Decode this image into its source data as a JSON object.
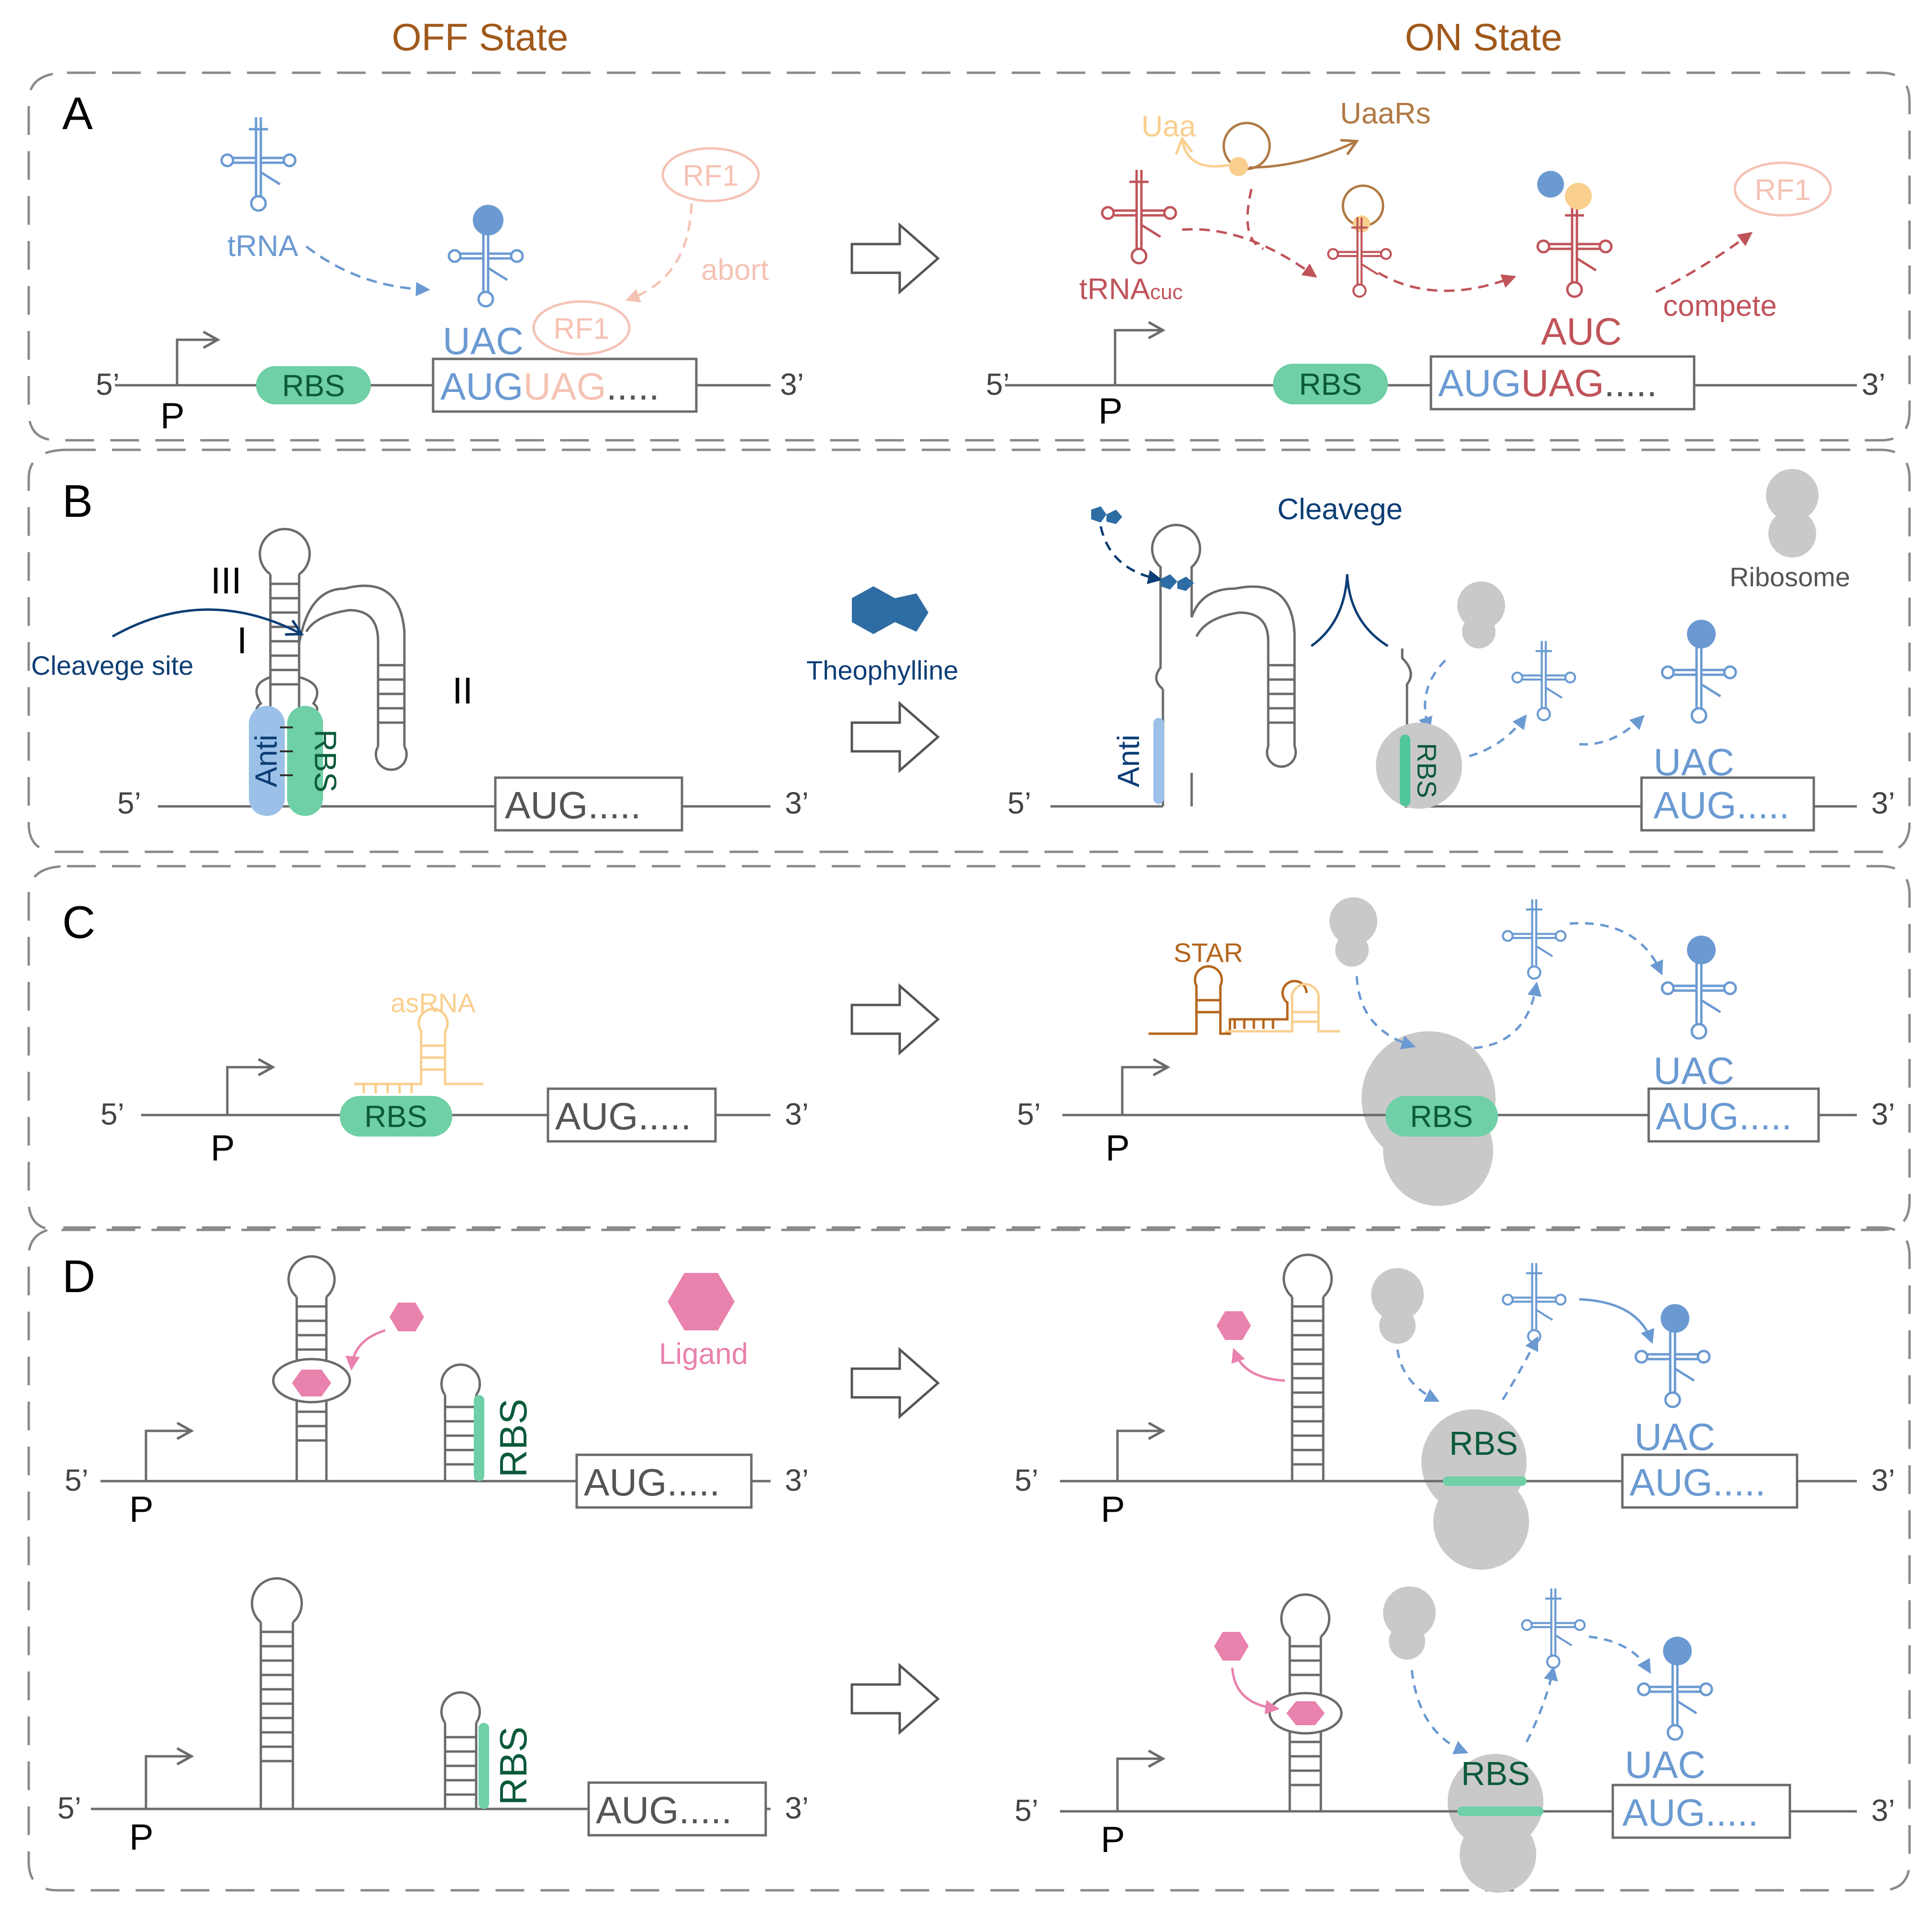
{
  "headers": {
    "off": "OFF State",
    "on": "ON State"
  },
  "panels": {
    "a": "A",
    "b": "B",
    "c": "C",
    "d": "D"
  },
  "common": {
    "five_prime": "5’",
    "three_prime": "3’",
    "promoter": "P",
    "rbs": "RBS",
    "dots": "....."
  },
  "panel_a": {
    "trna": "tRNA",
    "uac": "UAC",
    "rf1": "RF1",
    "abort": "abort",
    "aug": "AUG",
    "uag": "UAG",
    "uaa": "Uaa",
    "uaars": "UaaRs",
    "trna_cuc_main": "tRNA",
    "trna_cuc_sub": "cuc",
    "auc": "AUC",
    "compete": "compete"
  },
  "panel_b": {
    "stem_iii": "III",
    "stem_i": "I",
    "stem_ii": "II",
    "cleavage_site": "Cleavege site",
    "anti": "Anti",
    "aug": "AUG",
    "theophylline": "Theophylline",
    "cleavage": "Cleavege",
    "ribosome": "Ribosome",
    "uac": "UAC"
  },
  "panel_c": {
    "asrna": "asRNA",
    "aug": "AUG",
    "star": "STAR",
    "uac": "UAC"
  },
  "panel_d": {
    "ligand": "Ligand",
    "aug": "AUG",
    "uac": "UAC"
  },
  "colors": {
    "blue": "#6b9ad2",
    "pink_light": "#f5c3b5",
    "red": "#c0545a",
    "orange_light": "#f9cf8e",
    "brown": "#b07a45",
    "navy": "#0d3e75",
    "teal": "#4fc79a",
    "rbs_fill": "#6fcfa6",
    "rbs_text": "#0b5a3a",
    "gray": "#c9c9c9",
    "magenta": "#e982ad",
    "star": "#b5651d"
  }
}
